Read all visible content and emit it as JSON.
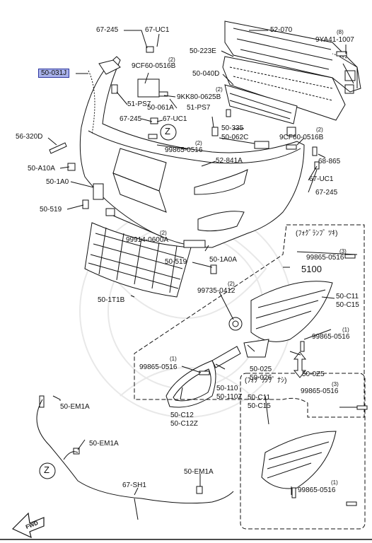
{
  "labels": {
    "l67245_top": "67-245",
    "l67uc1_top": "67-UC1",
    "l52070": "52-070",
    "l9ya41_qty": "(8)",
    "l9ya41": "9YA41-1007",
    "l50223e": "50-223E",
    "l9cf60_top_qty": "(2)",
    "l9cf60_top": "9CF60-0516B",
    "l50031j": "50-031J",
    "l50040d": "50-040D",
    "l9kk80_qty": "(2)",
    "l9kk80": "9KK80-0625B",
    "l51ps7_a": "51-PS7",
    "l50061a": "50-061A",
    "l51ps7_b": "51-PS7",
    "l67245_mid": "67-245",
    "l67uc1_mid": "67-UC1",
    "lz_top": "Z",
    "l50335": "50-335",
    "l50062c": "50-062C",
    "l9cf60_r_qty": "(2)",
    "l9cf60_r": "9CF60-0516B",
    "l56320d": "56-320D",
    "l99865_top_qty": "(2)",
    "l99865_top": "99865-0516",
    "l68865": "68-865",
    "l52841a": "52-841A",
    "l67uc1_r": "67-UC1",
    "l50a10a": "50-A10A",
    "l67245_r": "67-245",
    "l501a0": "50-1A0",
    "l50519_a": "50-519",
    "l99914_qty": "(2)",
    "l99914": "99914-0600A",
    "fog_title": "(ﾌｫｸﾞﾗﾝﾌﾟ ﾂｷ)",
    "l99865_fog_qty": "(3)",
    "l99865_fog": "99865-0516",
    "l5100": "5100",
    "l50519_b": "50-519",
    "l501a0a": "50-1A0A",
    "l99735_qty": "(2)",
    "l99735": "99735-0412",
    "l50c11_a": "50-C11",
    "l50c15_a": "50-C15",
    "l501t1b": "50-1T1B",
    "l99865_mid_qty": "(1)",
    "l99865_mid": "99865-0516",
    "l99865_left_qty": "(1)",
    "l99865_left": "99865-0516",
    "l50025": "50-025",
    "l50026": "50-026",
    "l500z5": "50-0Z5",
    "l50110": "50-110",
    "l50110z": "50-110Z",
    "l50c12": "50-C12",
    "l50c12z": "50-C12Z",
    "l50em1a_a": "50-EM1A",
    "nofog_title": "(ﾌｫｸﾞﾗﾝﾌﾟ ﾅｼ)",
    "l99865_nf_qty": "(3)",
    "l99865_nf": "99865-0516",
    "l50c11_b": "50-C11",
    "l50c15_b": "50-C15",
    "l50em1a_b": "50-EM1A",
    "lz_bot": "Z",
    "l67sh1": "67-SH1",
    "l50em1a_c": "50-EM1A",
    "l99865_bot_qty": "(1)",
    "l99865_bot": "99865-0516",
    "fwd": "FWD"
  },
  "colors": {
    "highlight_fill": "#a9b2ea",
    "highlight_border": "#2b34a0",
    "line": "#111111",
    "watermark": "#e6e6e6"
  }
}
